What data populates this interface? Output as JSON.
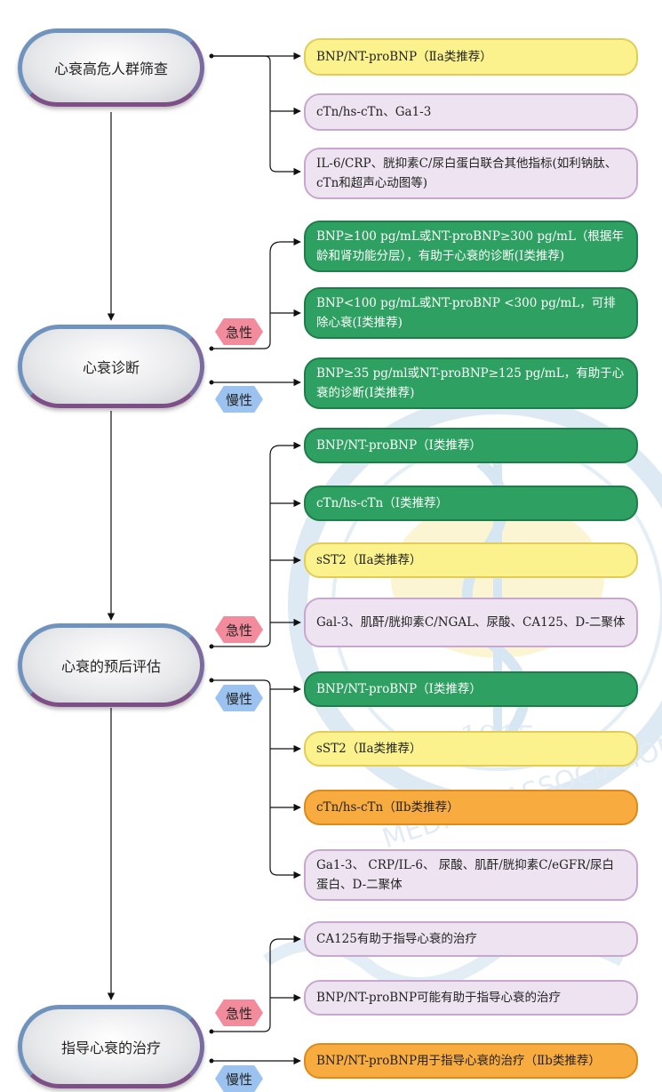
{
  "stages": {
    "screening": "心衰高危人群筛查",
    "diagnosis": "心衰诊断",
    "prognosis": "心衰的预后评估",
    "treatment": "指导心衰的治疗"
  },
  "tags": {
    "acute": "急性",
    "chronic": "慢性"
  },
  "boxes": {
    "s1": "BNP/NT-proBNP（Ⅱa类推荐）",
    "s2": "cTn/hs-cTn、Ga1-3",
    "s3": "IL-6/CRP、胱抑素C/尿白蛋白联合其他指标(如利钠肽、cTn和超声心动图等)",
    "d1": "BNP≥100 pg/mL或NT-proBNP≥300 pg/mL（根据年龄和肾功能分层），有助于心衰的诊断(Ⅰ类推荐)",
    "d2": "BNP<100 pg/mL或NT-proBNP <300 pg/mL，可排除心衰(Ⅰ类推荐)",
    "d3": "BNP≥35 pg/ml或NT-proBNP≥125 pg/mL，有助于心衰的诊断(Ⅰ类推荐)",
    "p1": "BNP/NT-proBNP（Ⅰ类推荐）",
    "p2": "cTn/hs-cTn（Ⅰ类推荐）",
    "p3": "sST2（Ⅱa类推荐）",
    "p4": "Gal-3、肌酐/胱抑素C/NGAL、尿酸、CA125、D-二聚体",
    "p5": "BNP/NT-proBNP（Ⅰ类推荐）",
    "p6": "sST2（Ⅱa类推荐）",
    "p7": "cTn/hs-cTn（Ⅱb类推荐）",
    "p8": "Ga1-3、 CRP/IL-6、 尿酸、肌酐/胱抑素C/eGFR/尿白蛋白、D-二聚体",
    "t1": "CA125有助于指导心衰的治疗",
    "t2": "BNP/NT-proBNP可能有助于指导心衰的治疗",
    "t3": "BNP/NT-proBNP用于指导心衰的治疗（Ⅱb类推荐）"
  },
  "watermark": {
    "year": "1915",
    "text": "MEDICAL ASSOCIATION"
  },
  "colors": {
    "yellow": "#fbf28e",
    "lilac": "#eee3f0",
    "green": "#2ea062",
    "orange": "#f8ab3e",
    "acute": "#f28b9c",
    "chronic": "#9cc3ef"
  }
}
